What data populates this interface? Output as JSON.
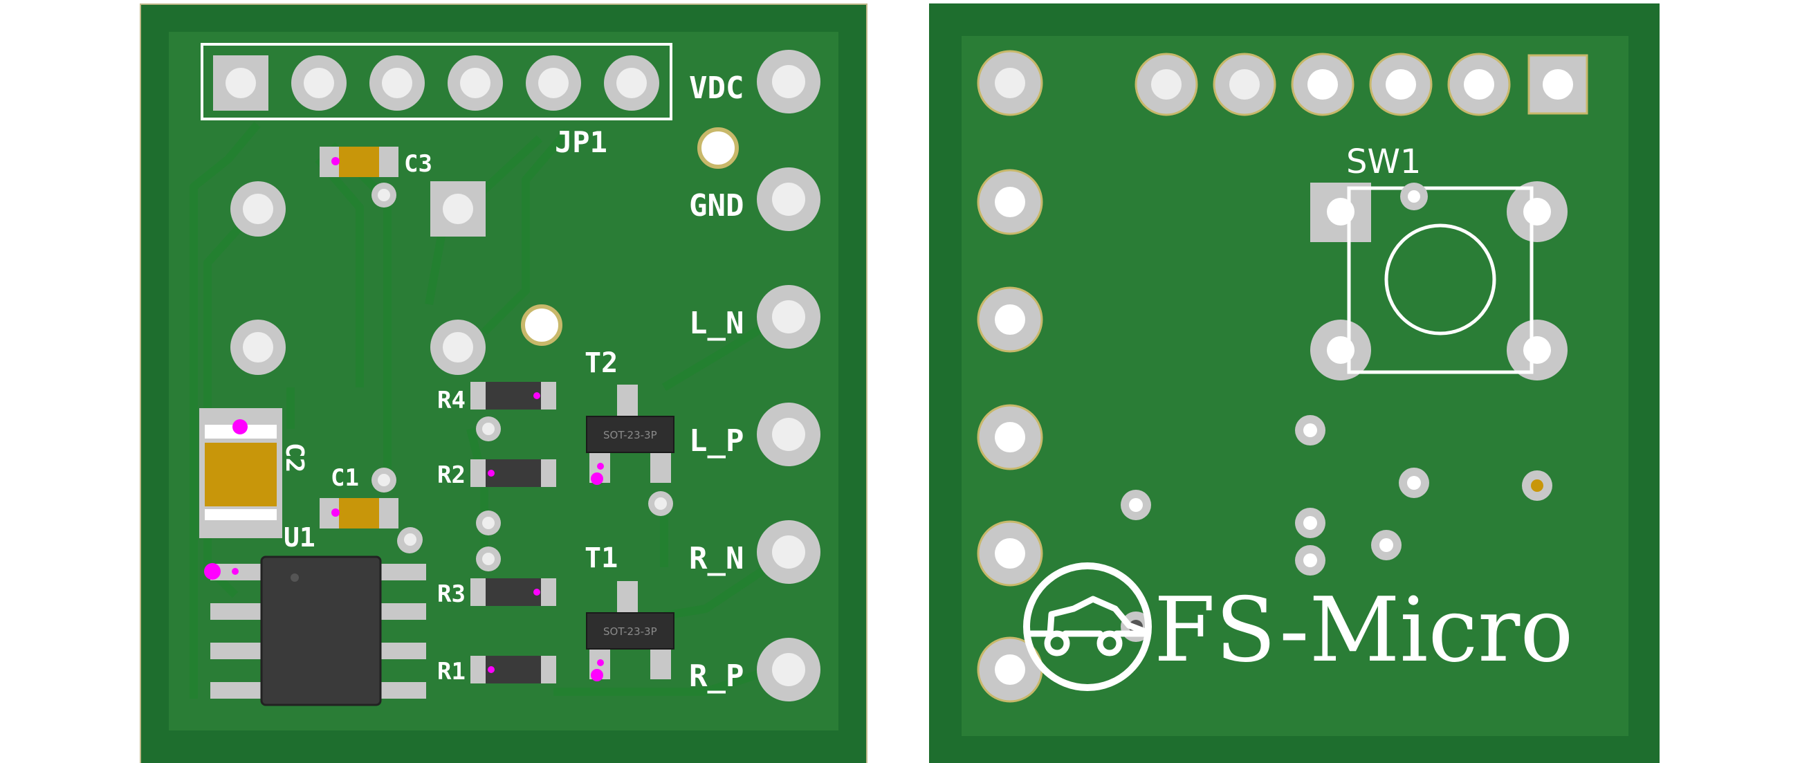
{
  "front": {
    "header": {
      "label": "JP1"
    },
    "pads": {
      "vdc": "VDC",
      "gnd": "GND",
      "l_n": "L_N",
      "l_p": "L_P",
      "r_n": "R_N",
      "r_p": "R_P"
    },
    "components": {
      "c1": "C1",
      "c2": "C2",
      "c3": "C3",
      "r1": "R1",
      "r2": "R2",
      "r3": "R3",
      "r4": "R4",
      "t1": "T1",
      "t2": "T2",
      "u1": "U1",
      "t1_package": "SOT-23-3P",
      "t2_package": "SOT-23-3P"
    }
  },
  "back": {
    "switch_label": "SW1",
    "logo_text": "FS-Micro"
  },
  "colors": {
    "board": "#1e6e2e",
    "board_inner": "#2a7d36",
    "pad": "#c8c8c8",
    "silkscreen": "#ffffff",
    "capacitor": "#c8960a",
    "marker": "#ff00ff"
  }
}
